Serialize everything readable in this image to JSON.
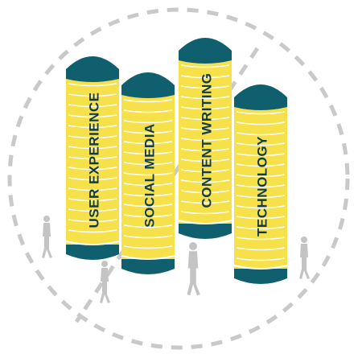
{
  "colors": {
    "silo_body": "#f6e14a",
    "silo_stripe": "#ffffff",
    "silo_cap": "#0f5f6f",
    "label": "#123b4a",
    "ring": "#c9c9c9",
    "figures": "#c4c4c4"
  },
  "silos": [
    {
      "id": "ux",
      "label": "USER EXPERIENCE"
    },
    {
      "id": "social",
      "label": "SOCIAL MEDIA"
    },
    {
      "id": "content",
      "label": "CONTENT WRITING"
    },
    {
      "id": "tech",
      "label": "TECHNOLOGY"
    }
  ],
  "people": [
    {
      "icon": "person-walking-icon"
    },
    {
      "icon": "person-walking-icon"
    },
    {
      "icon": "person-walking-icon"
    },
    {
      "icon": "person-walking-icon"
    }
  ]
}
